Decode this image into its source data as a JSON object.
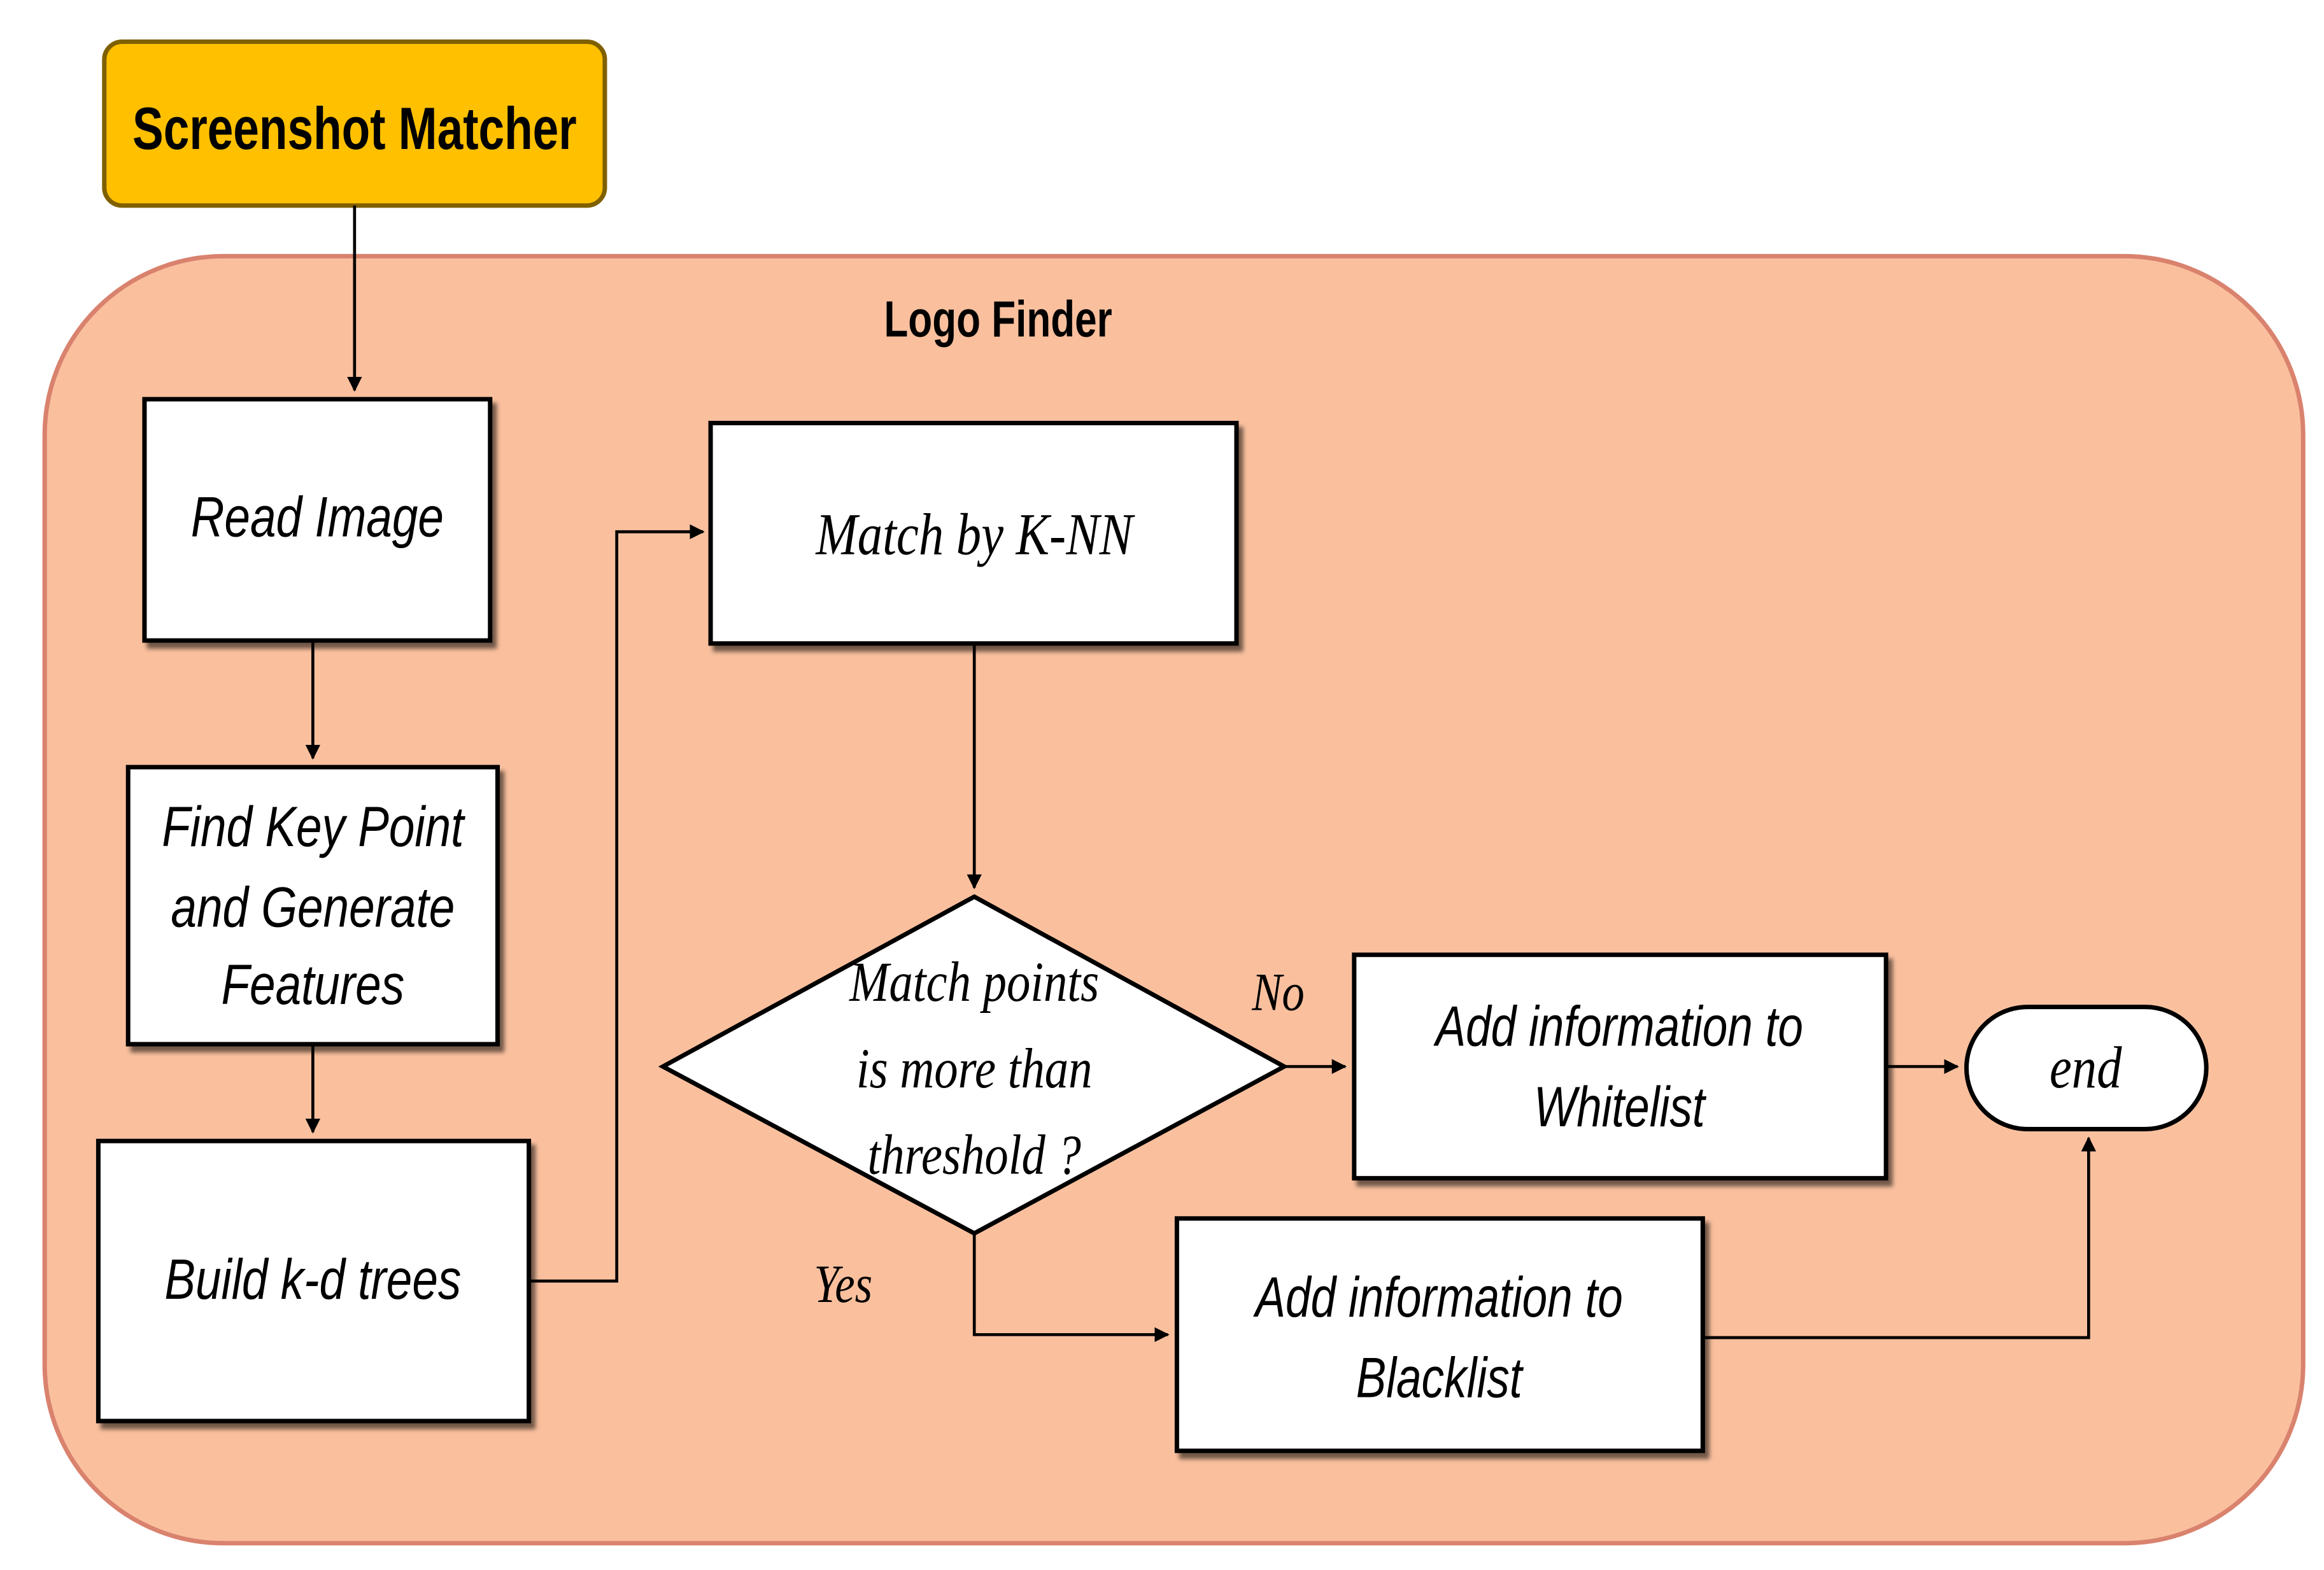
{
  "colors": {
    "start_fill": "#FFC000",
    "start_stroke": "#7F6000",
    "container_fill": "#FAC09E",
    "container_stroke": "#D9826E",
    "box_fill": "#FFFFFF",
    "box_stroke": "#000000",
    "text": "#000000"
  },
  "start": {
    "label": "Screenshot Matcher"
  },
  "container": {
    "title": "Logo Finder"
  },
  "nodes": {
    "read_image": {
      "label": "Read Image"
    },
    "find_key_point": {
      "line1": "Find Key Point",
      "line2": "and Generate",
      "line3": "Features"
    },
    "build_kd_trees": {
      "label": "Build k-d trees"
    },
    "match_knn": {
      "label": "Match by K-NN"
    },
    "decision": {
      "line1": "Match points",
      "line2": "is more than",
      "line3": "threshold ?"
    },
    "whitelist": {
      "line1": "Add information to",
      "line2": "Whitelist"
    },
    "blacklist": {
      "line1": "Add information to",
      "line2": "Blacklist"
    },
    "end": {
      "label": "end"
    }
  },
  "edges": {
    "no_label": "No",
    "yes_label": "Yes"
  }
}
